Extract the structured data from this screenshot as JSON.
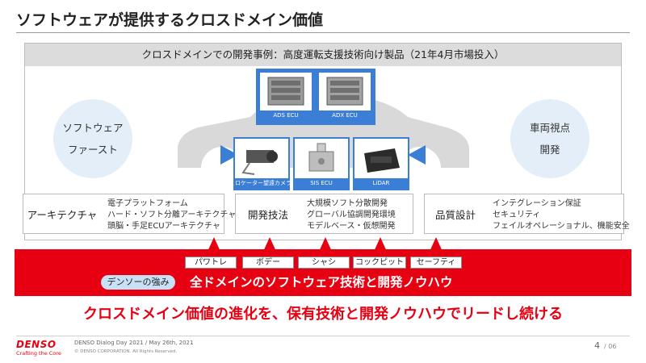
{
  "slide": {
    "title": "ソフトウェアが提供するクロスドメイン価値",
    "case_header": "クロスドメインでの開発事例：高度運転支援技術向け製品（21年4月市場投入）",
    "left_circle": {
      "line1": "ソフトウェア",
      "line2": "ファースト"
    },
    "right_circle": {
      "line1": "車両視点",
      "line2": "開発"
    },
    "products": {
      "ads_caption": "ADS ECU",
      "adx_caption": "ADX ECU",
      "camera_caption": "ロケーター望遠カメラ",
      "sis_caption": "SIS ECU",
      "lidar_caption": "LiDAR"
    },
    "features": [
      {
        "label": "アーキテクチャ",
        "items": [
          "電子プラットフォーム",
          "ハード・ソフト分離アーキテクチャ",
          "頭脳・手足ECUアーキテクチャ"
        ]
      },
      {
        "label": "開発技法",
        "items": [
          "大規模ソフト分散開発",
          "グローバル協調開発環境",
          "モデルベース・仮想開発"
        ]
      },
      {
        "label": "品質設計",
        "items": [
          "インテグレーション保証",
          "セキュリティ",
          "フェイルオペレーショナル、機能安全"
        ]
      }
    ],
    "domains": [
      "パワトレ",
      "ボデー",
      "シャシ",
      "コックピット",
      "セーフティ"
    ],
    "strength_label": "デンソーの強み",
    "strength_text": "全ドメインのソフトウェア技術と開発ノウハウ",
    "tagline": "クロスドメイン価値の進化を、保有技術と開発ノウハウでリードし続ける"
  },
  "footer": {
    "logo": "DENSO",
    "logo_sub": "Crafting the Core",
    "event": "DENSO Dialog Day 2021 / May 26th, 2021",
    "copyright": "© DENSO CORPORATION. All Rights Reserved.",
    "page": "4",
    "page_total": "/ 06"
  },
  "colors": {
    "accent_red": "#e60012",
    "accent_blue": "#3b7ed6",
    "circle_bg": "#e3eef9"
  }
}
